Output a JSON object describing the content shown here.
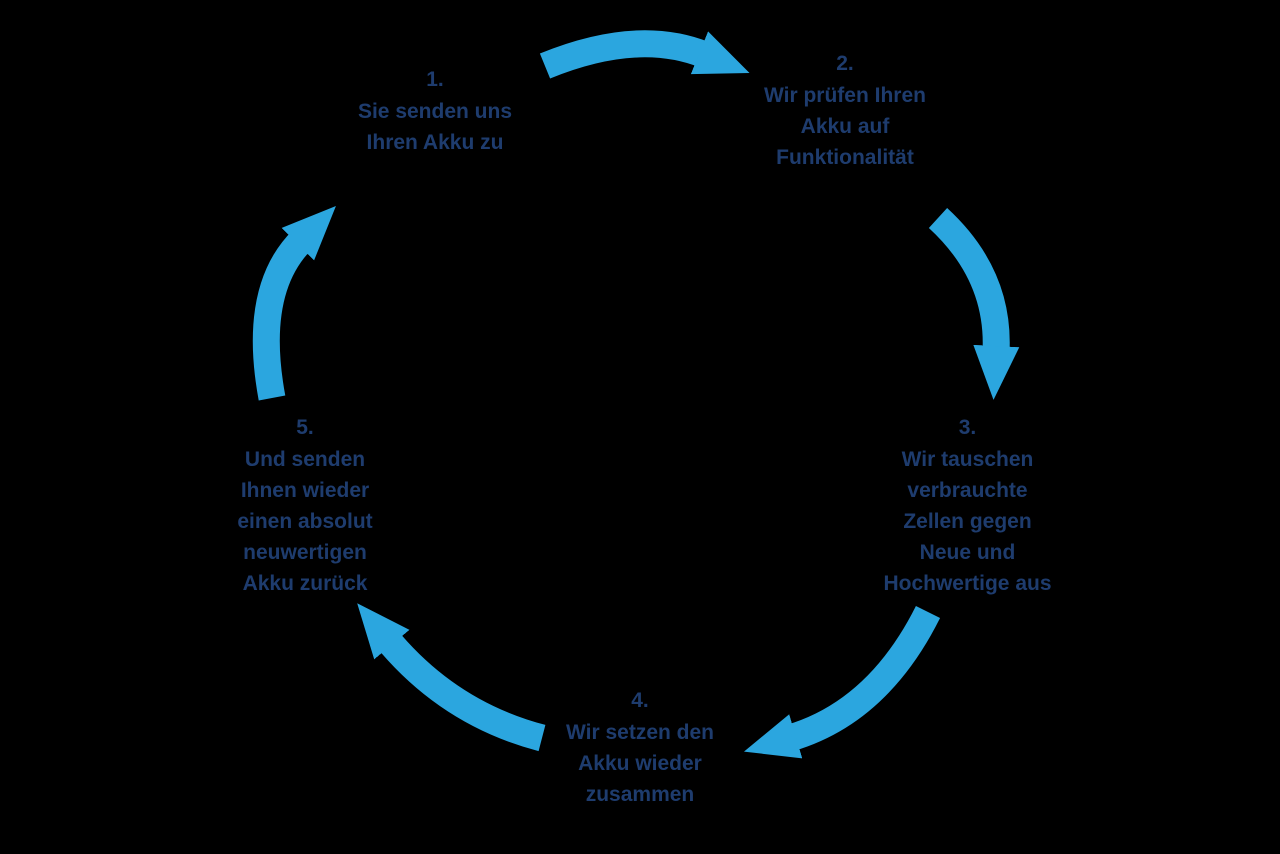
{
  "diagram": {
    "type": "cycle",
    "background_color": "#000000",
    "arrow_color": "#2BA6DF",
    "text_color": "#1E3C6E",
    "steps": [
      {
        "number": "1.",
        "lines": [
          "Sie senden uns",
          "Ihren Akku zu"
        ]
      },
      {
        "number": "2.",
        "lines": [
          "Wir prüfen Ihren",
          "Akku auf",
          "Funktionalität"
        ]
      },
      {
        "number": "3.",
        "lines": [
          "Wir tauschen",
          "verbrauchte",
          "Zellen gegen",
          "Neue und",
          "Hochwertige aus"
        ]
      },
      {
        "number": "4.",
        "lines": [
          "Wir setzen den",
          "Akku wieder",
          "zusammen"
        ]
      },
      {
        "number": "5.",
        "lines": [
          "Und senden",
          "Ihnen wieder",
          "einen absolut",
          "neuwertigen",
          "Akku zurück"
        ]
      }
    ],
    "arrows": [
      {
        "from": "1",
        "to": "2"
      },
      {
        "from": "2",
        "to": "3"
      },
      {
        "from": "3",
        "to": "4"
      },
      {
        "from": "4",
        "to": "5"
      },
      {
        "from": "5",
        "to": "1"
      }
    ]
  }
}
